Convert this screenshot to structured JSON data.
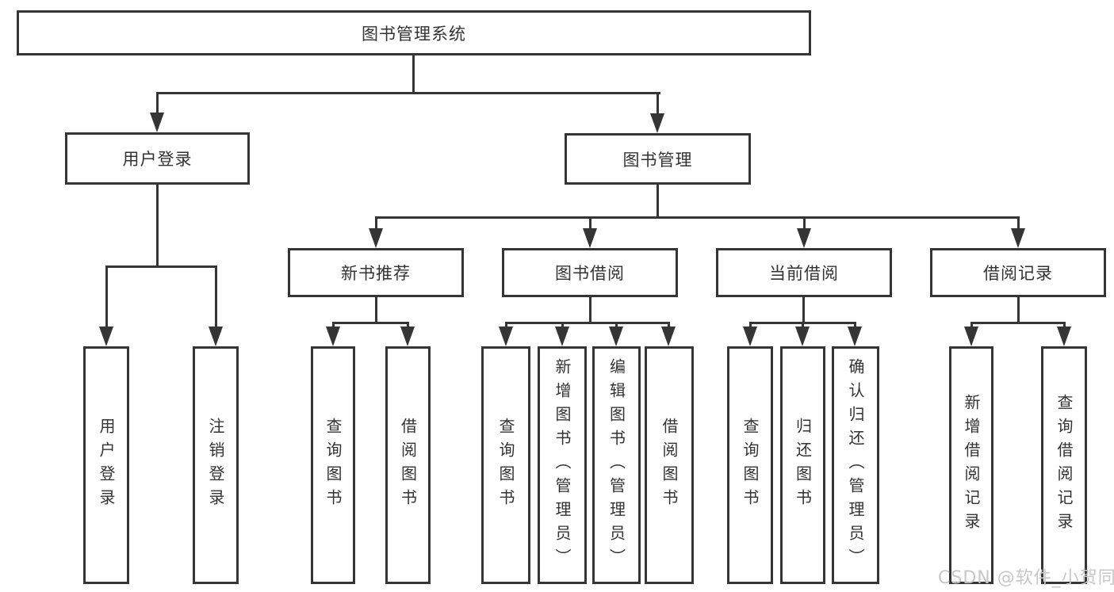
{
  "nodes": {
    "root": "图书管理系统",
    "user_login": "用户登录",
    "book_mgmt": "图书管理",
    "new_book_rec": "新书推荐",
    "book_borrowing": "图书借阅",
    "current_borrowing": "当前借阅",
    "borrowing_records": "借阅记录",
    "leaf_user_login": "用户登录",
    "leaf_logout": "注销登录",
    "leaf_nbr_query": "查询图书",
    "leaf_nbr_borrow": "借阅图书",
    "leaf_bb_query": "查询图书",
    "leaf_bb_add": "新增图书（管理员）",
    "leaf_bb_edit": "编辑图书（管理员）",
    "leaf_bb_borrow": "借阅图书",
    "leaf_cb_query": "查询图书",
    "leaf_cb_return": "归还图书",
    "leaf_cb_confirm": "确认归还（管理员）",
    "leaf_br_add": "新增借阅记录",
    "leaf_br_query": "查询借阅记录"
  },
  "hierarchy": {
    "图书管理系统": {
      "用户登录": [
        "用户登录",
        "注销登录"
      ],
      "图书管理": {
        "新书推荐": [
          "查询图书",
          "借阅图书"
        ],
        "图书借阅": [
          "查询图书",
          "新增图书（管理员）",
          "编辑图书（管理员）",
          "借阅图书"
        ],
        "当前借阅": [
          "查询图书",
          "归还图书",
          "确认归还（管理员）"
        ],
        "借阅记录": [
          "新增借阅记录",
          "查询借阅记录"
        ]
      }
    }
  },
  "watermark": {
    "text": "CSDN @软件_小贺同学"
  },
  "colors": {
    "line": "#353535",
    "text": "#333333",
    "box_background": "#ffffff",
    "watermark": "#c7c7c7",
    "background": "#ffffff"
  }
}
